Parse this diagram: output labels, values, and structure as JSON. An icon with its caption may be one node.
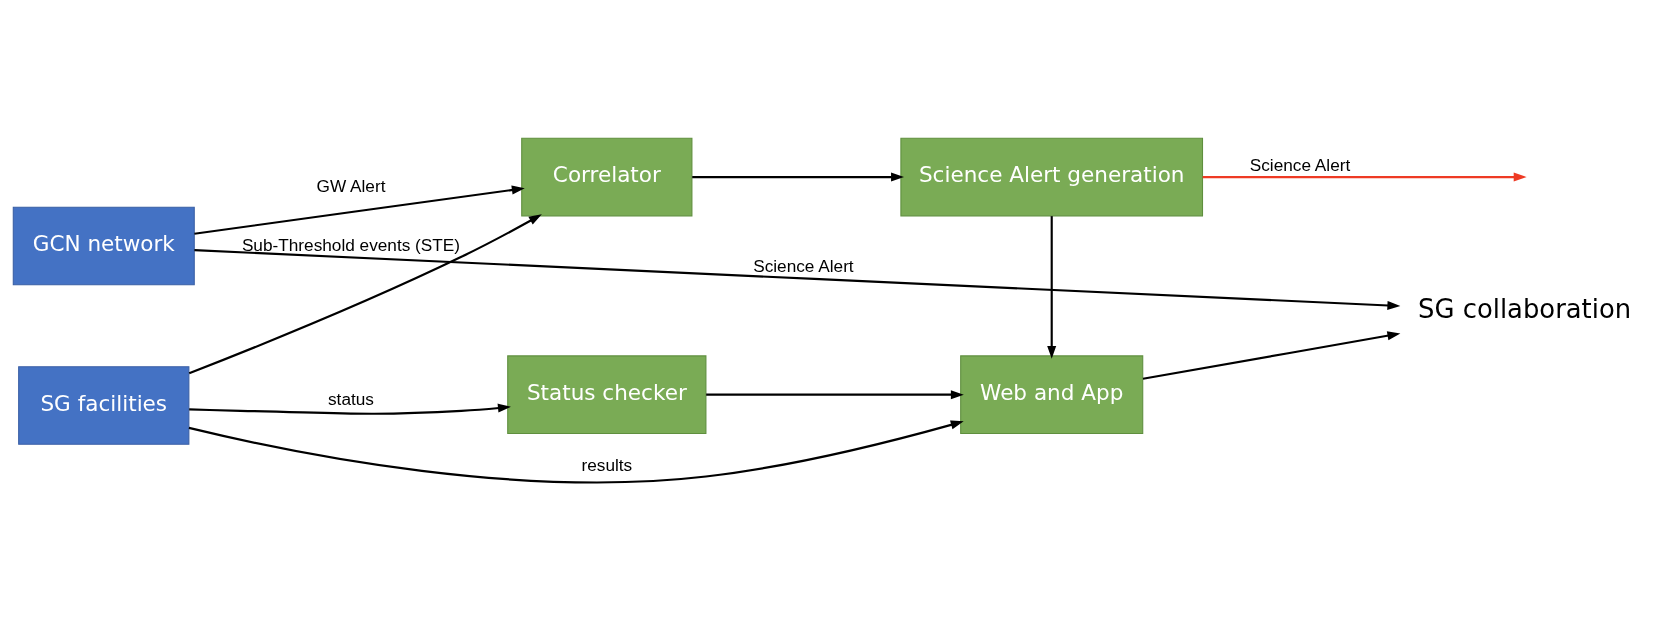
{
  "diagram": {
    "nodes": [
      {
        "text": [
          "GCN network"
        ]
      },
      {
        "text": [
          "SG facilities"
        ]
      },
      {
        "text": [
          "Correlator"
        ]
      },
      {
        "text": [
          "Science Alert generation"
        ]
      },
      {
        "text": [
          "Status checker"
        ]
      },
      {
        "text": [
          "Web and App"
        ]
      },
      {
        "text": [
          "SG collaboration"
        ]
      }
    ],
    "edges": [
      {
        "from": 0,
        "to": 6,
        "arrow": "to",
        "label": "Science Alert"
      },
      {
        "from": 0,
        "to": 2,
        "arrow": "to",
        "label": "GW Alert"
      },
      {
        "from": 1,
        "to": 2,
        "arrow": "to",
        "label": "Sub-Threshold events (STE)"
      },
      {
        "from": 1,
        "to": 4,
        "arrow": "to",
        "label": "status"
      },
      {
        "from": 2,
        "to": 3,
        "arrow": "to"
      },
      {
        "from": 3,
        "to": null,
        "arrow": "to",
        "label": "Science Alert",
        "color": "#ee3a24"
      },
      {
        "from": 3,
        "to": 5,
        "arrow": "to"
      },
      {
        "from": 4,
        "to": 5,
        "arrow": "to"
      },
      {
        "from": 1,
        "to": 5,
        "arrow": "to",
        "label": "results"
      },
      {
        "from": 5,
        "to": 6,
        "arrow": "to"
      }
    ]
  }
}
